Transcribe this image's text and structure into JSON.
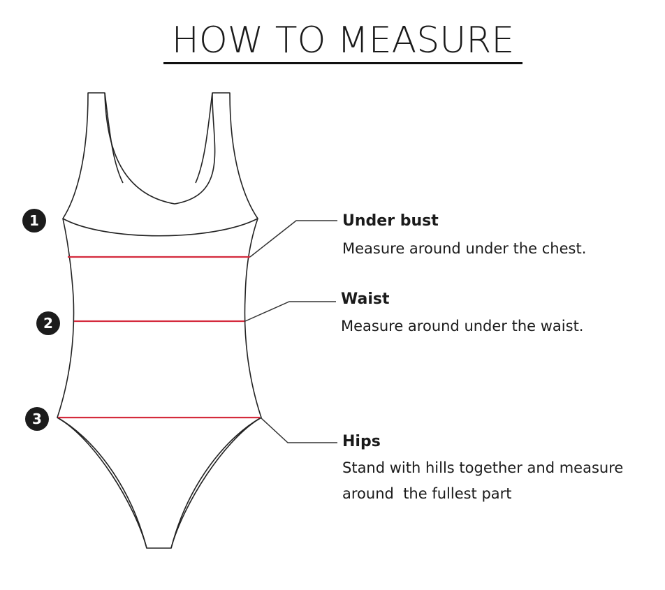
{
  "title": "HOW TO MEASURE",
  "colors": {
    "measure_line": "#d42a3c",
    "outline": "#222222",
    "badge": "#1c1c1c"
  },
  "steps": [
    {
      "number": "1",
      "label": "Under bust",
      "description": "Measure around under the chest."
    },
    {
      "number": "2",
      "label": "Waist",
      "description": "Measure around under the waist."
    },
    {
      "number": "3",
      "label": "Hips",
      "description": "Stand with hills together and measure\naround  the fullest part"
    }
  ]
}
